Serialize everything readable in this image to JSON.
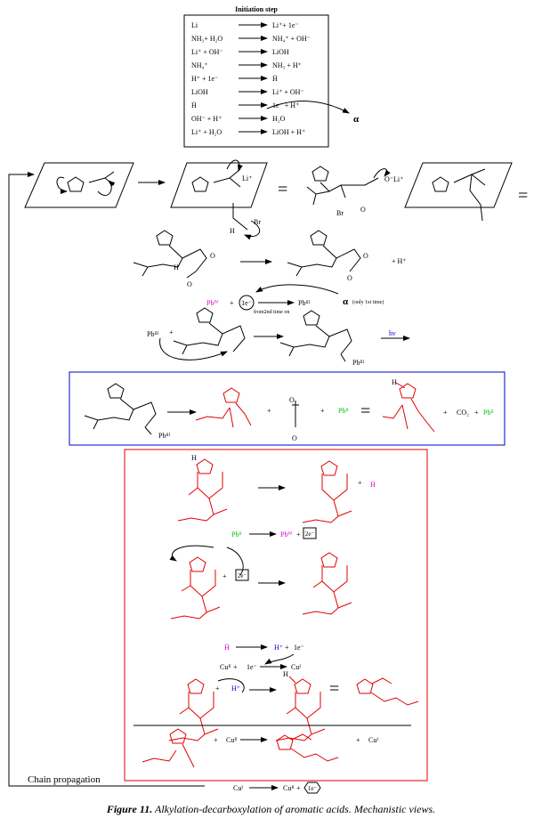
{
  "initiation": {
    "title": "Initiation step",
    "rows": [
      {
        "left": "Li",
        "right": "Li⁺+ 1e⁻"
      },
      {
        "left": "NH₃+ H₂O",
        "right": "NH₄⁺ + OH⁻"
      },
      {
        "left": "Li⁺ + OH⁻",
        "right": "LiOH"
      },
      {
        "left": "NH₄⁺",
        "right": "NH₃ + H⁺"
      },
      {
        "left": "H⁺ + 1e⁻",
        "right": "Ḣ"
      },
      {
        "left": "LiOH",
        "right": "Li⁺ + OH⁻"
      },
      {
        "left": "Ḣ",
        "right": "1e⁻ + H⁺"
      },
      {
        "left": "OH⁻ + H⁺",
        "right": "H₂O"
      },
      {
        "left": "Li⁺ + H₂O",
        "right": "LiOH + H⁺"
      }
    ],
    "alpha": "α"
  },
  "row1": {
    "li_label": "Li⁺",
    "br_label": "Br",
    "ho_label": "H",
    "equals": "=",
    "oli_label": "O⁻Li⁺"
  },
  "row2": {
    "hplus": "+ H⁺"
  },
  "lead_cycle": {
    "pb4": "Pbᴵⱽ",
    "plus": "+",
    "e1": "1e⁻",
    "pb3": "Pbᴵᴵᴵ",
    "from_note": "from2nd time on",
    "alpha": "α",
    "only_first": "(only 1st time)",
    "hv": "hν"
  },
  "blue_box": {
    "pb3": "Pbᴵᴵᴵ",
    "plus": "+",
    "pb2": "Pbᴵᴵ",
    "equals": "=",
    "co2": "CO₂",
    "pb2b": "Pbᴵᴵ"
  },
  "red_box": {
    "h_dot": "Ḣ",
    "pb2": "Pbᴵᴵ",
    "pb4": "Pbᴵⱽ",
    "e2": "2e⁻",
    "hplus": "H⁺",
    "e1": "1e⁻",
    "cu2": "Cuᴵᴵ",
    "cu1": "Cuᴵ",
    "equals": "=",
    "plus": "+"
  },
  "chain": {
    "label": "Chain propagation",
    "cu1": "Cuᴵ",
    "cu2": "Cuᴵᴵ",
    "e1": "1e⁻"
  },
  "caption": {
    "label": "Figure 11.",
    "text": " Alkylation-decarboxylation of aromatic acids. Mechanistic views."
  }
}
